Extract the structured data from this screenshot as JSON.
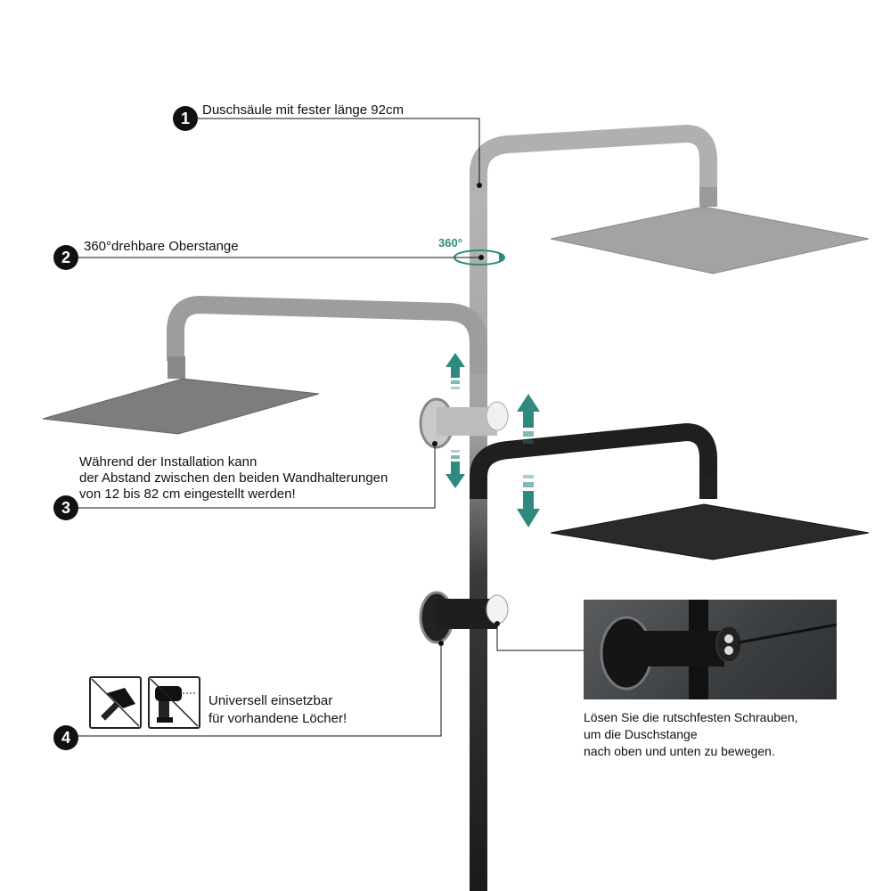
{
  "callouts": [
    {
      "number": "1",
      "text": "Duschsäule mit fester länge 92cm"
    },
    {
      "number": "2",
      "text": "360°drehbare Oberstange"
    },
    {
      "number": "3",
      "lines": [
        "Während der Installation kann",
        "der Abstand zwischen den beiden Wandhalterungen",
        "von 12 bis 82 cm eingestellt werden!"
      ]
    },
    {
      "number": "4",
      "lines": [
        "Universell einsetzbar",
        "für vorhandene Löcher!"
      ]
    }
  ],
  "rotation_label": "360°",
  "inset_caption": [
    "Lösen Sie die rutschfesten Schrauben,",
    "um die Duschstange",
    "nach oben und unten zu bewegen."
  ],
  "icons": [
    "no-hammer-icon",
    "no-drill-icon"
  ],
  "colors": {
    "accent": "#2e8a7e",
    "pipe_gray": "#a9a9a9",
    "pipe_black": "#1c1c1c"
  }
}
